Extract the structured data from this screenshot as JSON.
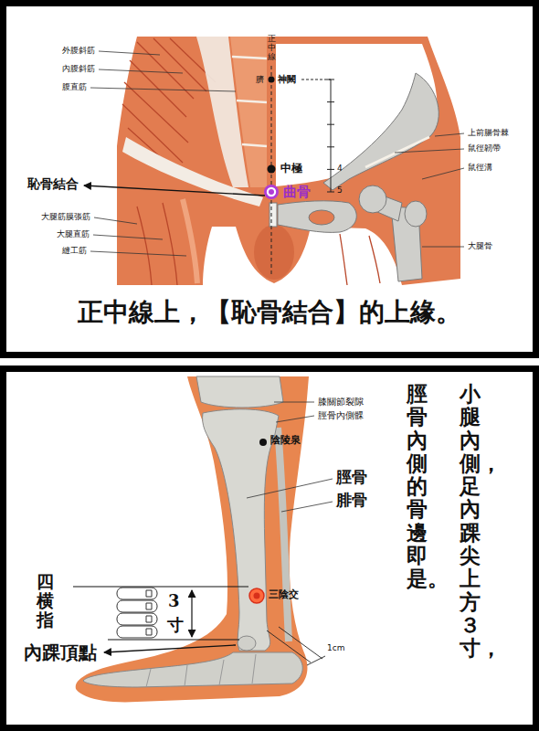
{
  "diagram": {
    "nodes": [
      {
        "text": [
          "正中線上，【恥骨結合】的上緣。"
        ]
      },
      {
        "text": [
          "小腿內側，足內踝尖上方３寸，",
          "脛骨內側的骨邊即是。"
        ]
      }
    ],
    "labels": [
      "外腹斜筋",
      "內腹斜筋",
      "腹直筋",
      "恥骨結合",
      "大腿筋膜張筋",
      "大腿直筋",
      "縫工筋",
      "正中線",
      "臍",
      "神闕",
      "中極",
      "曲骨",
      "4",
      "5",
      "上前腸骨棘",
      "鼠徑韌帶",
      "鼠徑溝",
      "大腿骨",
      "膝關節裂隙",
      "脛骨內側髁",
      "陰陵泉",
      "脛骨",
      "腓骨",
      "三陰交",
      "四横指",
      "3",
      "寸",
      "內踝頂點",
      "1cm"
    ]
  }
}
